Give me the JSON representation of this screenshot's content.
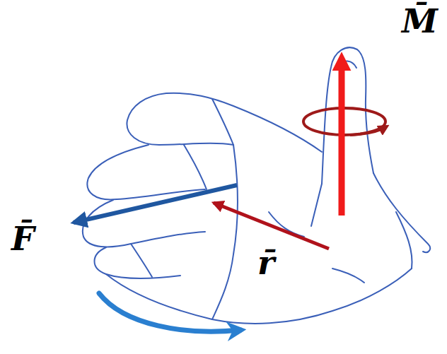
{
  "diagram": {
    "labels": [
      "M̄",
      "F̄",
      "r̄"
    ]
  }
}
